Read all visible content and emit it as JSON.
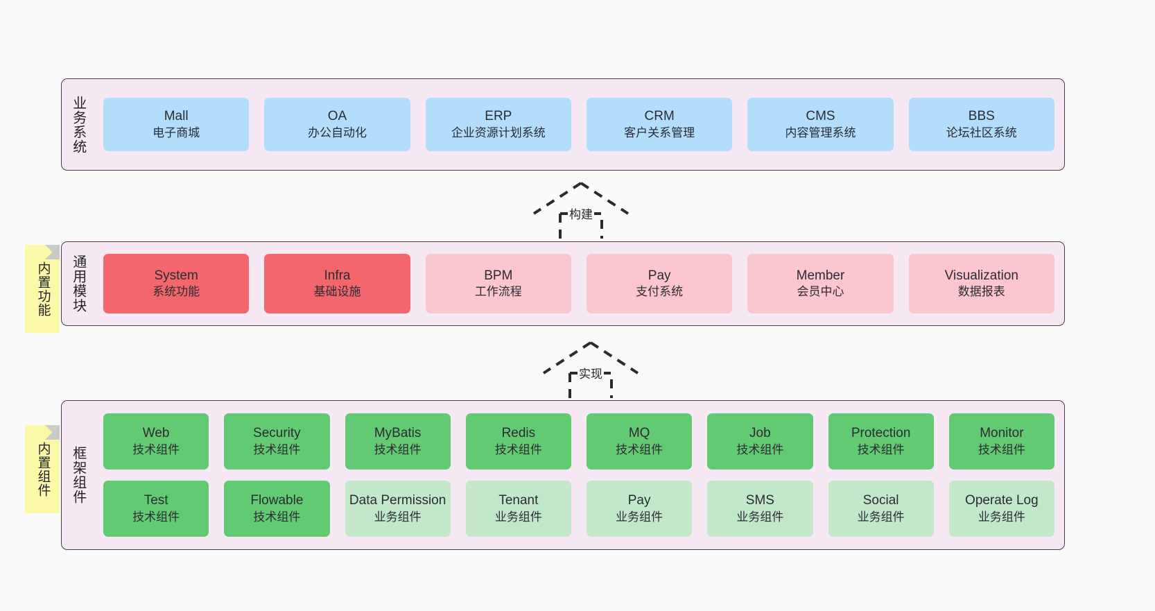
{
  "diagram": {
    "background": "#fafafa",
    "panel_background": "#f7e9f4",
    "panel_border": "#4a3d4a"
  },
  "notes": [
    {
      "id": "builtin-func",
      "label": "内置功能",
      "color": "#fbf8a8"
    },
    {
      "id": "builtin-comp",
      "label": "内置组件",
      "color": "#fbf8a8"
    }
  ],
  "connectors": [
    {
      "id": "build",
      "label": "构建",
      "style": "dashed-generalization-up"
    },
    {
      "id": "implement",
      "label": "实现",
      "style": "dashed-generalization-up"
    }
  ],
  "layers": [
    {
      "id": "business",
      "title": "业务系统",
      "rows": [
        {
          "cells": [
            {
              "name": "Mall",
              "desc": "电子商城",
              "color": "#b3ddfb"
            },
            {
              "name": "OA",
              "desc": "办公自动化",
              "color": "#b3ddfb"
            },
            {
              "name": "ERP",
              "desc": "企业资源计划系统",
              "color": "#b3ddfb"
            },
            {
              "name": "CRM",
              "desc": "客户关系管理",
              "color": "#b3ddfb"
            },
            {
              "name": "CMS",
              "desc": "内容管理系统",
              "color": "#b3ddfb"
            },
            {
              "name": "BBS",
              "desc": "论坛社区系统",
              "color": "#b3ddfb"
            }
          ]
        }
      ]
    },
    {
      "id": "modules",
      "title": "通用模块",
      "rows": [
        {
          "cells": [
            {
              "name": "System",
              "desc": "系统功能",
              "color": "#f4666e"
            },
            {
              "name": "Infra",
              "desc": "基础设施",
              "color": "#f4666e"
            },
            {
              "name": "BPM",
              "desc": "工作流程",
              "color": "#fbc6cd"
            },
            {
              "name": "Pay",
              "desc": "支付系统",
              "color": "#fbc6cd"
            },
            {
              "name": "Member",
              "desc": "会员中心",
              "color": "#fbc6cd"
            },
            {
              "name": "Visualization",
              "desc": "数据报表",
              "color": "#fbc6cd"
            }
          ]
        }
      ]
    },
    {
      "id": "framework",
      "title": "框架组件",
      "rows": [
        {
          "cells": [
            {
              "name": "Web",
              "desc": "技术组件",
              "color": "#63ca74"
            },
            {
              "name": "Security",
              "desc": "技术组件",
              "color": "#63ca74"
            },
            {
              "name": "MyBatis",
              "desc": "技术组件",
              "color": "#63ca74"
            },
            {
              "name": "Redis",
              "desc": "技术组件",
              "color": "#63ca74"
            },
            {
              "name": "MQ",
              "desc": "技术组件",
              "color": "#63ca74"
            },
            {
              "name": "Job",
              "desc": "技术组件",
              "color": "#63ca74"
            },
            {
              "name": "Protection",
              "desc": "技术组件",
              "color": "#63ca74"
            },
            {
              "name": "Monitor",
              "desc": "技术组件",
              "color": "#63ca74"
            }
          ]
        },
        {
          "cells": [
            {
              "name": "Test",
              "desc": "技术组件",
              "color": "#63ca74"
            },
            {
              "name": "Flowable",
              "desc": "技术组件",
              "color": "#63ca74"
            },
            {
              "name": "Data Permission",
              "desc": "业务组件",
              "color": "#c2e8c9"
            },
            {
              "name": "Tenant",
              "desc": "业务组件",
              "color": "#c2e8c9"
            },
            {
              "name": "Pay",
              "desc": "业务组件",
              "color": "#c2e8c9"
            },
            {
              "name": "SMS",
              "desc": "业务组件",
              "color": "#c2e8c9"
            },
            {
              "name": "Social",
              "desc": "业务组件",
              "color": "#c2e8c9"
            },
            {
              "name": "Operate Log",
              "desc": "业务组件",
              "color": "#c2e8c9"
            }
          ]
        }
      ]
    }
  ]
}
